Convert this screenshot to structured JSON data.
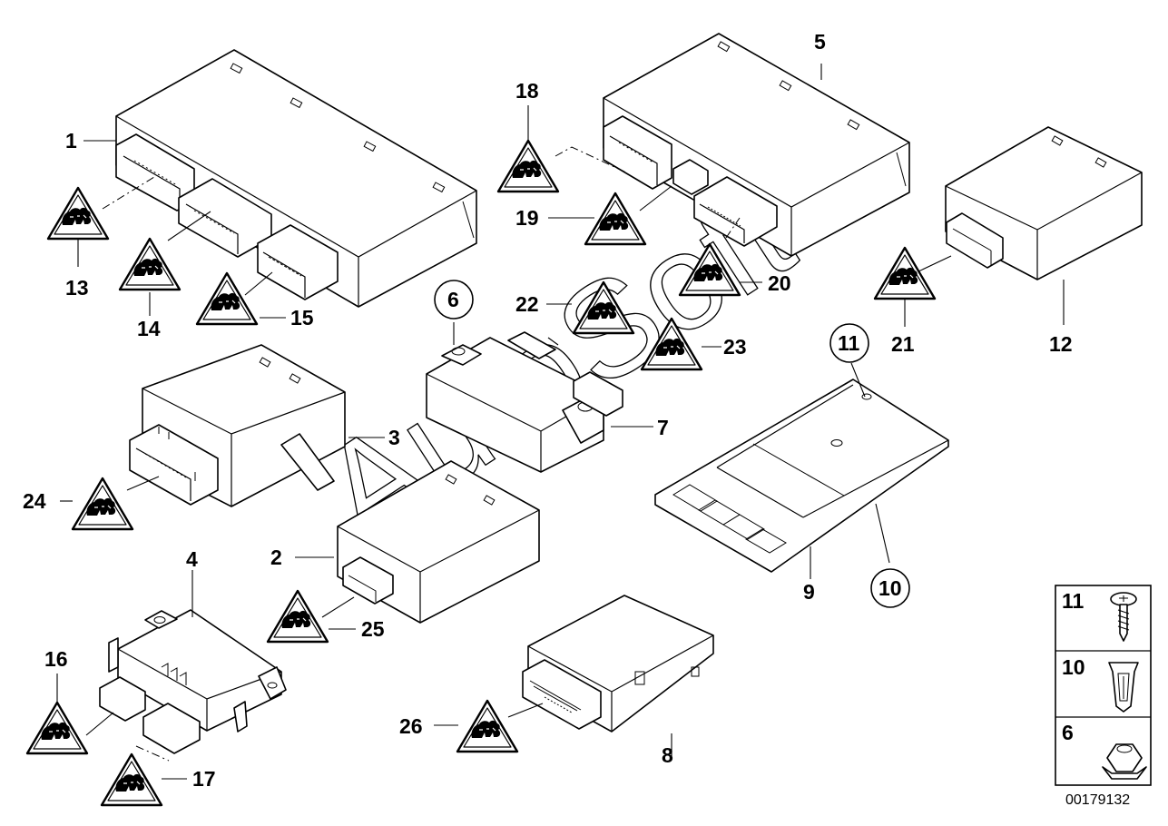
{
  "diagram_id": "00179132",
  "watermark": "AutoSoft",
  "labels": {
    "l1": "1",
    "l2": "2",
    "l3": "3",
    "l4": "4",
    "l5": "5",
    "l6": "6",
    "l7": "7",
    "l8": "8",
    "l9": "9",
    "l10": "10",
    "l11": "11",
    "l12": "12",
    "l13": "13",
    "l14": "14",
    "l15": "15",
    "l16": "16",
    "l17": "17",
    "l18": "18",
    "l19": "19",
    "l20": "20",
    "l21": "21",
    "l22": "22",
    "l23": "23",
    "l24": "24",
    "l25": "25",
    "l26": "26"
  },
  "legend": {
    "items": [
      {
        "label": "11",
        "icon": "screw-icon"
      },
      {
        "label": "10",
        "icon": "clip-nut-icon"
      },
      {
        "label": "6",
        "icon": "hex-nut-icon"
      }
    ]
  },
  "callout_symbol": "repair-kit-warning-triangle-icon"
}
